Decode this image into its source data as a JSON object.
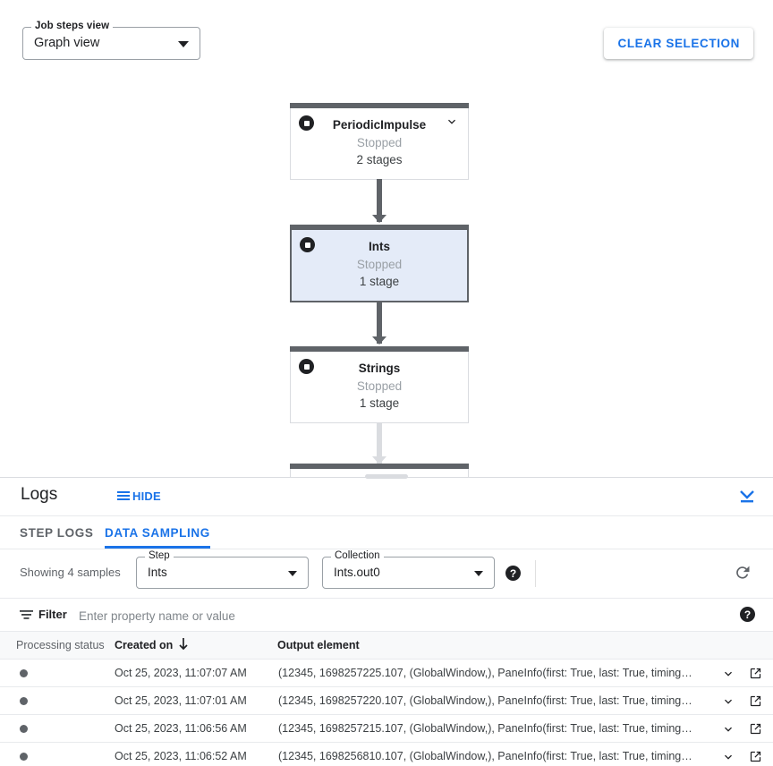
{
  "toolbar": {
    "view_select_label": "Job steps view",
    "view_select_value": "Graph view",
    "clear_selection_label": "CLEAR SELECTION"
  },
  "graph": {
    "nodes": [
      {
        "title": "PeriodicImpulse",
        "status": "Stopped",
        "stages": "2 stages",
        "selected": false,
        "has_chevron": true
      },
      {
        "title": "Ints",
        "status": "Stopped",
        "stages": "1 stage",
        "selected": true,
        "has_chevron": false
      },
      {
        "title": "Strings",
        "status": "Stopped",
        "stages": "1 stage",
        "selected": false,
        "has_chevron": false
      }
    ]
  },
  "logs": {
    "title": "Logs",
    "hide_label": "HIDE",
    "tabs": [
      {
        "label": "STEP LOGS",
        "active": false
      },
      {
        "label": "DATA SAMPLING",
        "active": true
      }
    ],
    "controls": {
      "showing_text": "Showing 4 samples",
      "step_label": "Step",
      "step_value": "Ints",
      "collection_label": "Collection",
      "collection_value": "Ints.out0",
      "help_glyph": "?"
    },
    "filter": {
      "label": "Filter",
      "placeholder": "Enter property name or value",
      "value": ""
    },
    "table": {
      "columns": [
        "Processing status",
        "Created on",
        "Output element"
      ],
      "sorted_column": "Created on",
      "sort_direction": "desc",
      "rows": [
        {
          "status": "dot",
          "created": "Oct 25, 2023, 11:07:07 AM",
          "output": "(12345, 1698257225.107, (GlobalWindow,), PaneInfo(first: True, last: True, timing…"
        },
        {
          "status": "dot",
          "created": "Oct 25, 2023, 11:07:01 AM",
          "output": "(12345, 1698257220.107, (GlobalWindow,), PaneInfo(first: True, last: True, timing…"
        },
        {
          "status": "dot",
          "created": "Oct 25, 2023, 11:06:56 AM",
          "output": "(12345, 1698257215.107, (GlobalWindow,), PaneInfo(first: True, last: True, timing…"
        },
        {
          "status": "dot",
          "created": "Oct 25, 2023, 11:06:52 AM",
          "output": "(12345, 1698256810.107, (GlobalWindow,), PaneInfo(first: True, last: True, timing…"
        }
      ]
    }
  },
  "colors": {
    "accent_blue": "#1a73e8",
    "node_bar": "#5f6368",
    "selected_node_bg": "#e4ebf8",
    "border": "#dadce0",
    "status_dot": "#5f6368"
  }
}
